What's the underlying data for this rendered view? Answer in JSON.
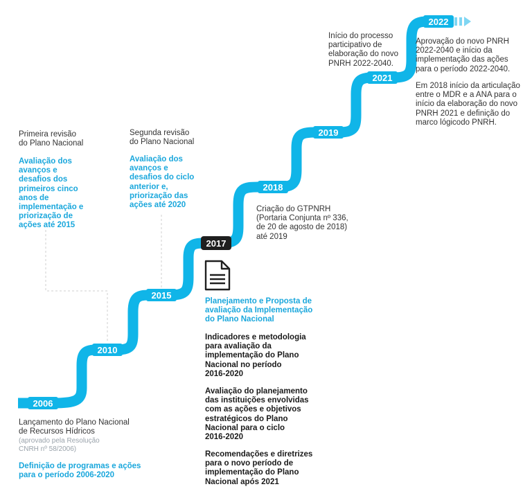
{
  "colors": {
    "track": "#10b5e8",
    "year_text": "#ffffff",
    "highlight_badge": "#1f1f1f",
    "accent_text": "#1aa7dc",
    "connector": "#c9c9c9"
  },
  "years": {
    "y2006": "2006",
    "y2010": "2010",
    "y2015": "2015",
    "y2017": "2017",
    "y2018": "2018",
    "y2019": "2019",
    "y2021": "2021",
    "y2022": "2022"
  },
  "milestones": {
    "m2006": {
      "title": "Lançamento do Plano Nacional\nde Recursos Hídricos",
      "note": "(aprovado pela Resolução\nCNRH nº 58/2006)",
      "highlight": "Definição de programas e ações\npara o período 2006-2020"
    },
    "m2010": {
      "title": "Primeira revisão\ndo Plano Nacional",
      "highlight": "Avaliação dos\navanços e\ndesafios dos\nprimeiros cinco\nanos de\nimplementação e\npriorização de\nações até 2015"
    },
    "m2015": {
      "title": "Segunda revisão\ndo Plano Nacional",
      "highlight": "Avaliação dos\navanços e\ndesafios do ciclo\nanterior e,\npriorização das\nações até 2020"
    },
    "m2017": {
      "icon": "document-icon",
      "highlight": "Planejamento e Proposta de\navaliação da Implementação\ndo Plano Nacional",
      "items": [
        "Indicadores e metodologia\npara avaliação da\nimplementação do Plano\nNacional no período\n2016-2020",
        "Avaliação do planejamento\ndas instituições envolvidas\ncom as ações e objetivos\nestratégicos do Plano\nNacional para o ciclo\n2016-2020",
        "Recomendações e diretrizes\npara o novo período de\nimplementação do Plano\nNacional após 2021"
      ]
    },
    "m2018": {
      "title": "Criação do GTPNRH\n(Portaria Conjunta nº 336,\nde 20 de agosto de 2018)\naté 2019"
    },
    "m2021": {
      "title": "Início do processo\nparticipativo de\nelaboração do novo\nPNRH 2022-2040."
    },
    "m2022": {
      "title": "Aprovação do novo PNRH\n2022-2040 e início da\nimplementação das ações\npara o período 2022-2040.",
      "note": "Em 2018 início da articulação\nentre o MDR e a ANA para o\ninício da elaboração do novo\nPNRH 2021 e definição do\nmarco lógicodo PNRH."
    }
  }
}
